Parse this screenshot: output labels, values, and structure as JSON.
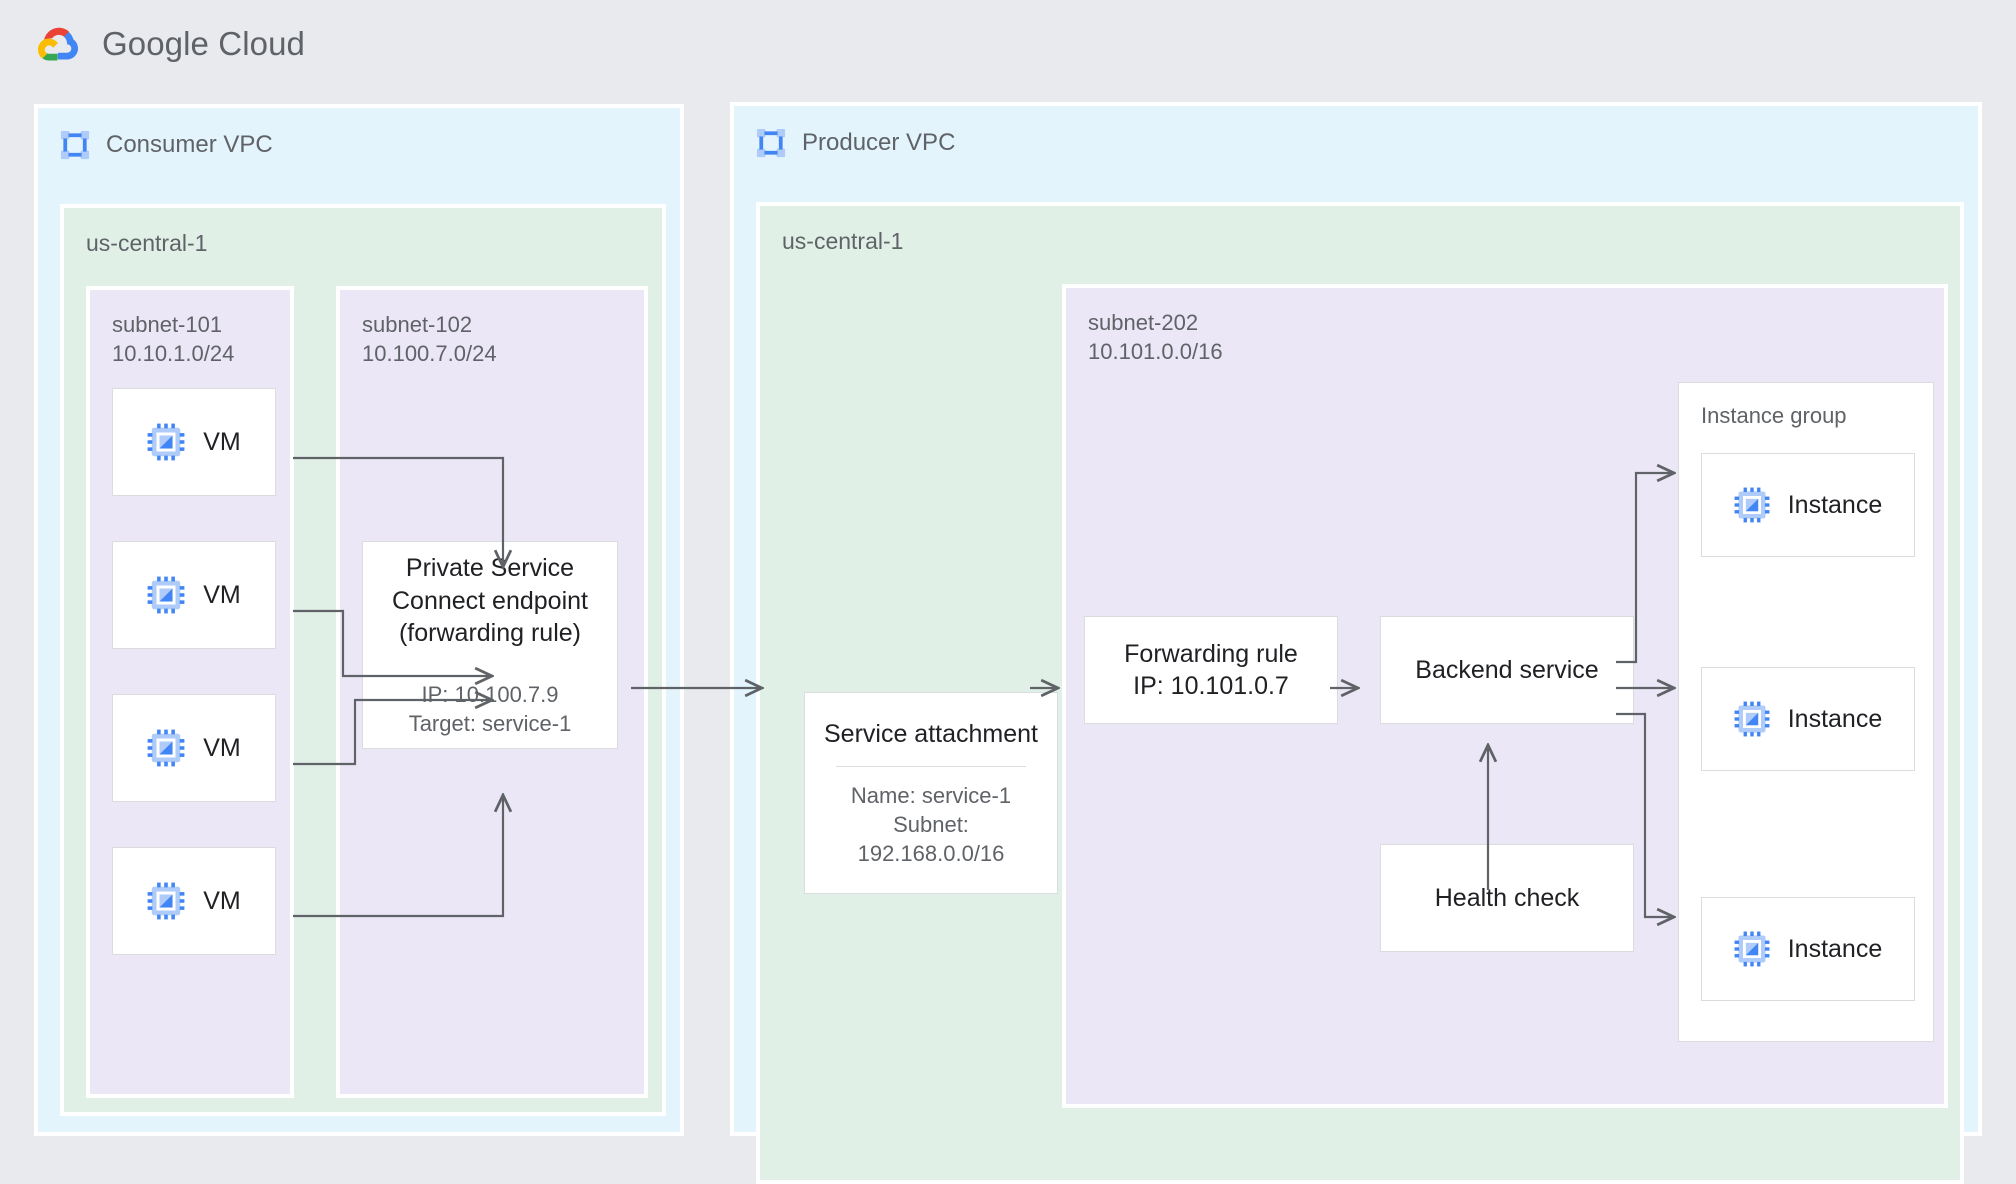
{
  "brand": {
    "name_bold": "Google",
    "name_rest": " Cloud",
    "logo_icon": "google-cloud-logo"
  },
  "colors": {
    "page_background": "#e8eaed",
    "vpc_fill": "#e3f4fd",
    "region_fill": "#e1f0e7",
    "subnet_fill": "#ece7f7",
    "node_fill": "#ffffff",
    "node_border": "#dadce0",
    "connector": "#5f6368",
    "text_primary": "#202124",
    "text_secondary": "#5f6368",
    "icon_blue_light": "#aecbfa",
    "icon_blue": "#4285f4"
  },
  "consumer_vpc": {
    "title": "Consumer VPC",
    "icon": "vpc-network-icon",
    "region": {
      "label": "us-central-1"
    },
    "subnets": [
      {
        "name": "subnet-101",
        "cidr": "10.10.1.0/24"
      },
      {
        "name": "subnet-102",
        "cidr": "10.100.7.0/24"
      }
    ],
    "vms": [
      {
        "label": "VM",
        "icon": "vm-instance-icon"
      },
      {
        "label": "VM",
        "icon": "vm-instance-icon"
      },
      {
        "label": "VM",
        "icon": "vm-instance-icon"
      },
      {
        "label": "VM",
        "icon": "vm-instance-icon"
      }
    ],
    "psc_endpoint": {
      "title": "Private Service Connect endpoint (forwarding rule)",
      "title_lines": [
        "Private Service",
        "Connect endpoint",
        "(forwarding rule)"
      ],
      "detail_lines": [
        "IP: 10.100.7.9",
        "Target: service-1"
      ]
    }
  },
  "producer_vpc": {
    "title": "Producer VPC",
    "icon": "vpc-network-icon",
    "region": {
      "label": "us-central-1"
    },
    "subnet": {
      "name": "subnet-202",
      "cidr": "10.101.0.0/16"
    },
    "service_attachment": {
      "title": "Service attachment",
      "detail_lines": [
        "Name: service-1",
        "Subnet:",
        "192.168.0.0/16"
      ]
    },
    "forwarding_rule": {
      "lines": [
        "Forwarding rule",
        "IP: 10.101.0.7"
      ]
    },
    "backend_service": {
      "label": "Backend service"
    },
    "health_check": {
      "label": "Health check"
    },
    "instance_group": {
      "label": "Instance group",
      "instances": [
        {
          "label": "Instance",
          "icon": "vm-instance-icon"
        },
        {
          "label": "Instance",
          "icon": "vm-instance-icon"
        },
        {
          "label": "Instance",
          "icon": "vm-instance-icon"
        }
      ]
    }
  },
  "connections": [
    {
      "from": "vm-1",
      "to": "psc-endpoint",
      "style": "orthogonal-arrow"
    },
    {
      "from": "vm-2",
      "to": "psc-endpoint",
      "style": "orthogonal-arrow"
    },
    {
      "from": "vm-3",
      "to": "psc-endpoint",
      "style": "orthogonal-arrow"
    },
    {
      "from": "vm-4",
      "to": "psc-endpoint",
      "style": "orthogonal-arrow"
    },
    {
      "from": "psc-endpoint",
      "to": "service-attachment",
      "style": "straight-arrow"
    },
    {
      "from": "service-attachment",
      "to": "forwarding-rule",
      "style": "straight-arrow"
    },
    {
      "from": "forwarding-rule",
      "to": "backend-service",
      "style": "straight-arrow"
    },
    {
      "from": "health-check",
      "to": "backend-service",
      "style": "straight-arrow"
    },
    {
      "from": "backend-service",
      "to": "instance-1",
      "style": "orthogonal-arrow"
    },
    {
      "from": "backend-service",
      "to": "instance-2",
      "style": "straight-arrow"
    },
    {
      "from": "backend-service",
      "to": "instance-3",
      "style": "orthogonal-arrow"
    }
  ]
}
